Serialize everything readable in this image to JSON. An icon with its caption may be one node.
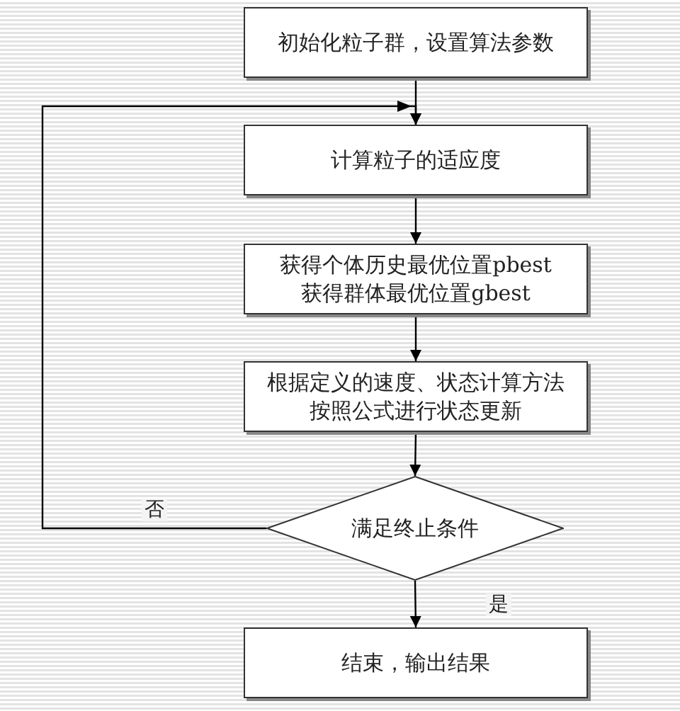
{
  "diagram": {
    "nodes": [
      {
        "text": [
          "初始化粒子群，设置算法参数"
        ]
      },
      {
        "text": [
          "计算粒子的适应度"
        ]
      },
      {
        "text": [
          "获得个体历史最优位置pbest 获得群体最优位置gbest"
        ]
      },
      {
        "text": [
          "根据定义的速度、状态计算方法按照公式进行状态更新"
        ]
      },
      {
        "text": [
          "满足终止条件"
        ]
      },
      {
        "text": [
          "结束，输出结果"
        ]
      }
    ],
    "edges": [
      {
        "from": 0,
        "to": 1,
        "arrow": "to"
      },
      {
        "from": 1,
        "to": 2,
        "arrow": "to"
      },
      {
        "from": 2,
        "to": 3,
        "arrow": "to"
      },
      {
        "from": 3,
        "to": 4,
        "arrow": "to"
      },
      {
        "from": 4,
        "to": 1,
        "arrow": "to",
        "label": "否"
      },
      {
        "from": 4,
        "to": 5,
        "arrow": "to",
        "label": "是"
      }
    ]
  }
}
